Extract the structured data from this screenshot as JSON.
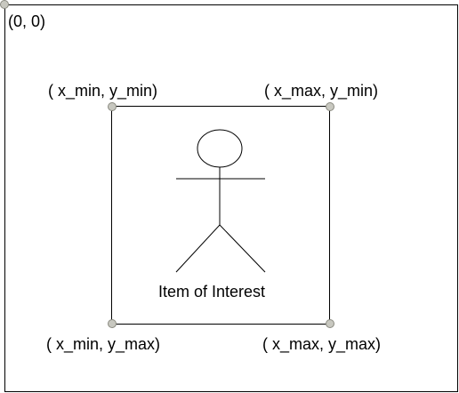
{
  "diagram": {
    "origin_label": "(0, 0)",
    "corners": {
      "top_left": "( x_min, y_min)",
      "top_right": "( x_max, y_min)",
      "bottom_left": "( x_min, y_max)",
      "bottom_right": "( x_max, y_max)"
    },
    "item_label": "Item of Interest",
    "colors": {
      "line": "#000000",
      "point_fill": "#c8c8c0",
      "point_stroke": "#8a8a80",
      "background": "#ffffff"
    }
  }
}
